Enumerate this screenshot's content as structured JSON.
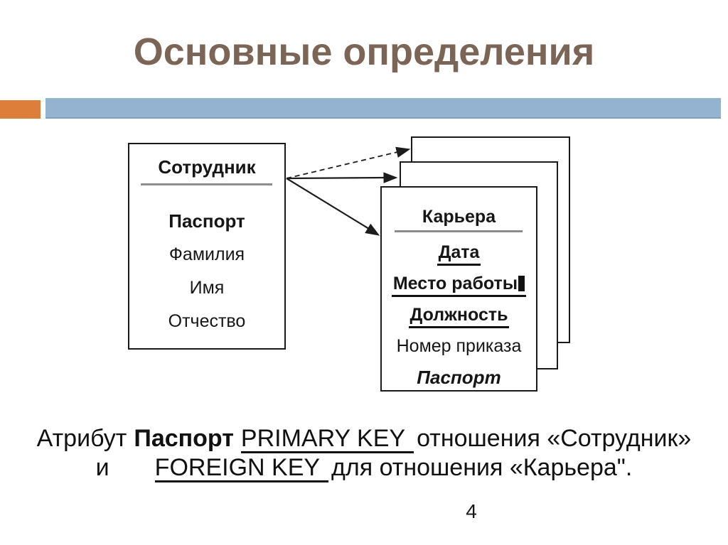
{
  "slide": {
    "title": "Основные определения",
    "page_number": "4"
  },
  "colors": {
    "title_text": "#7a6557",
    "accent_orange": "#dd7e3a",
    "accent_blue": "#94b3d1",
    "diagram_ink": "#1c1c1c"
  },
  "diagram": {
    "employee": {
      "title": "Сотрудник",
      "attributes": [
        "Паспорт",
        "Фамилия",
        "Имя",
        "Отчество"
      ]
    },
    "career": {
      "title": "Карьера",
      "attributes": [
        "Дата",
        "Место работы",
        "Должность",
        "Номер приказа",
        "Паспорт"
      ]
    }
  },
  "caption": {
    "line1": {
      "prefix": "Атрибут",
      "attribute": "Паспорт",
      "key_term": "PRIMARY KEY",
      "rest": "отношения «Сотрудник»"
    },
    "line2": {
      "prefix": "и",
      "key_term": "FOREIGN KEY",
      "rest": "для отношения «Карьера\"."
    }
  }
}
